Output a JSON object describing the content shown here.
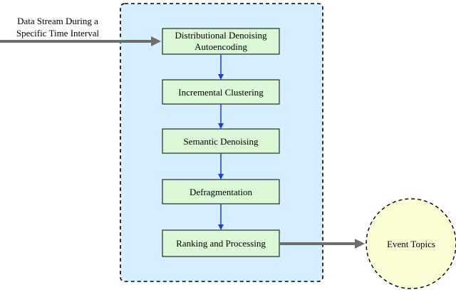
{
  "diagram": {
    "input_label_line1": "Data Stream During a",
    "input_label_line2": "Specific Time Interval",
    "steps": [
      {
        "line1": "Distributional Denoising",
        "line2": "Autoencoding"
      },
      {
        "line1": "Incremental Clustering"
      },
      {
        "line1": "Semantic Denoising"
      },
      {
        "line1": "Defragmentation"
      },
      {
        "line1": "Ranking and Processing"
      }
    ],
    "output_label": "Event Topics"
  },
  "colors": {
    "container_fill": "#d6efff",
    "container_border": "#000000",
    "step_fill": "#dcf7d6",
    "step_border": "#000000",
    "flow_arrow": "#1f3fd6",
    "io_arrow": "#6e6e6e",
    "output_fill": "#fbfbd4"
  }
}
